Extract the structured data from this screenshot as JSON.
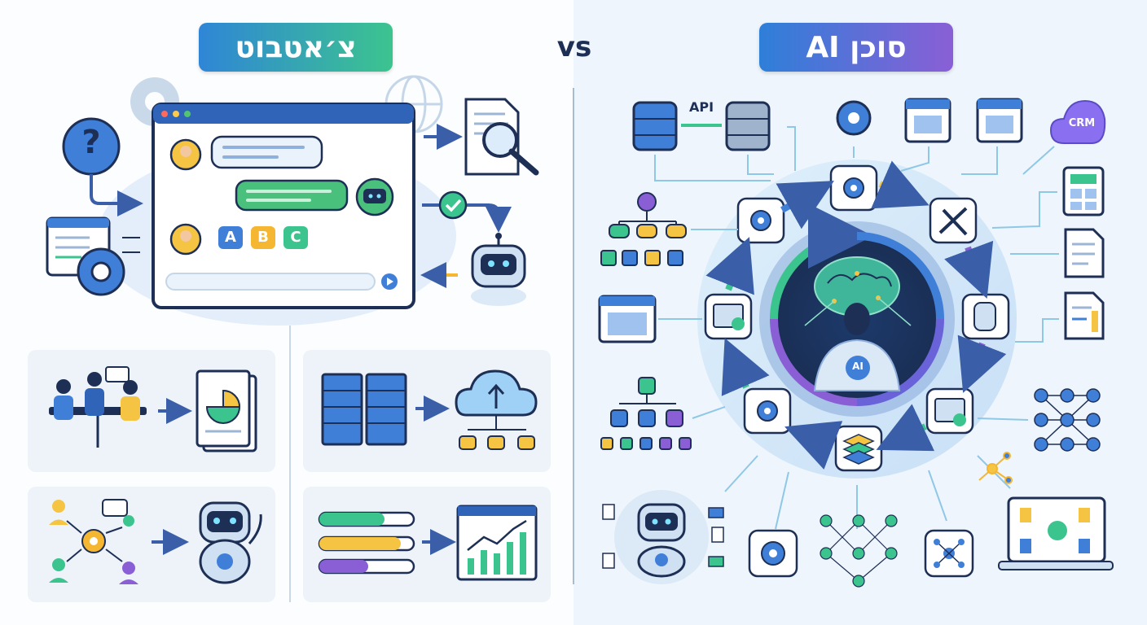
{
  "titles": {
    "chatbot": "צ׳אטבוט",
    "vs": "vs",
    "agent": "סוכן AI"
  },
  "labels": {
    "api": "API",
    "crm": "CRM",
    "ai_badge": "AI"
  },
  "chat_options": [
    "A",
    "B",
    "C"
  ],
  "colors": {
    "chatbot_gradient": [
      "#2f86d6",
      "#3cc48f"
    ],
    "agent_gradient": [
      "#2e7fd8",
      "#8a5fd6"
    ],
    "navy": "#1e2f56",
    "green": "#3cc48f",
    "blue": "#3f7fd8",
    "purple": "#8a5fd6",
    "yellow": "#f5c443"
  }
}
